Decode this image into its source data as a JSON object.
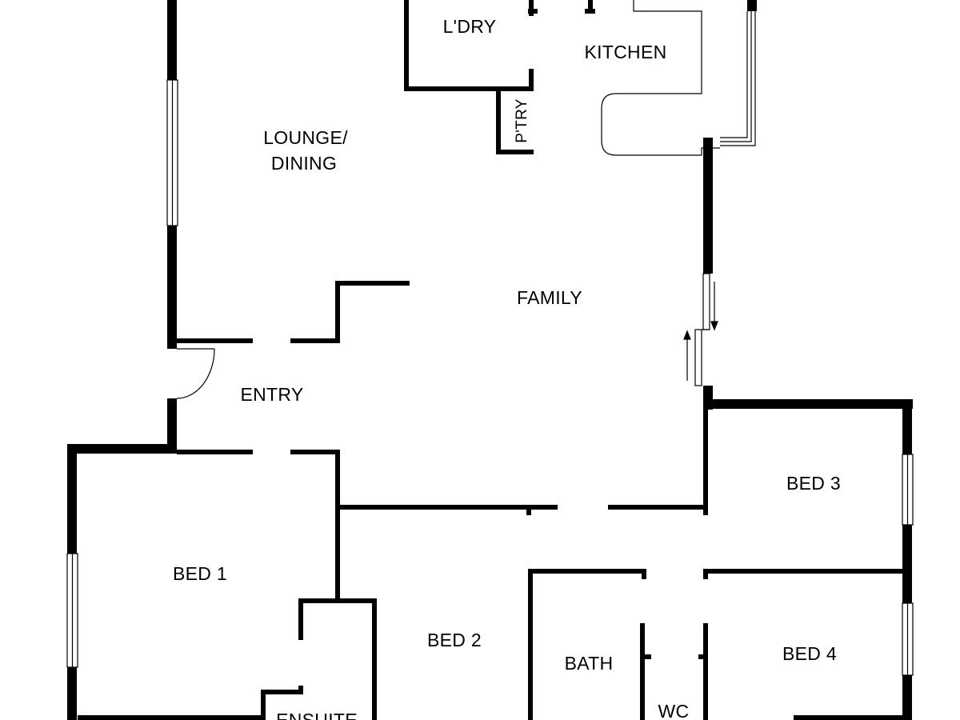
{
  "plan": {
    "colors": {
      "wall": "#000000",
      "background": "#ffffff",
      "window_frame": "#000000"
    },
    "rooms": {
      "lounge_dining": {
        "line1": "LOUNGE/",
        "line2": "DINING"
      },
      "laundry": {
        "label": "L'DRY"
      },
      "kitchen": {
        "label": "KITCHEN"
      },
      "pantry": {
        "label": "P'TRY"
      },
      "family": {
        "label": "FAMILY"
      },
      "entry": {
        "label": "ENTRY"
      },
      "bed1": {
        "label": "BED 1"
      },
      "bed2": {
        "label": "BED 2"
      },
      "bed3": {
        "label": "BED 3"
      },
      "bed4": {
        "label": "BED 4"
      },
      "bath": {
        "label": "BATH"
      },
      "wc": {
        "label": "WC"
      },
      "ensuite": {
        "label": "ENSUITE"
      }
    }
  }
}
